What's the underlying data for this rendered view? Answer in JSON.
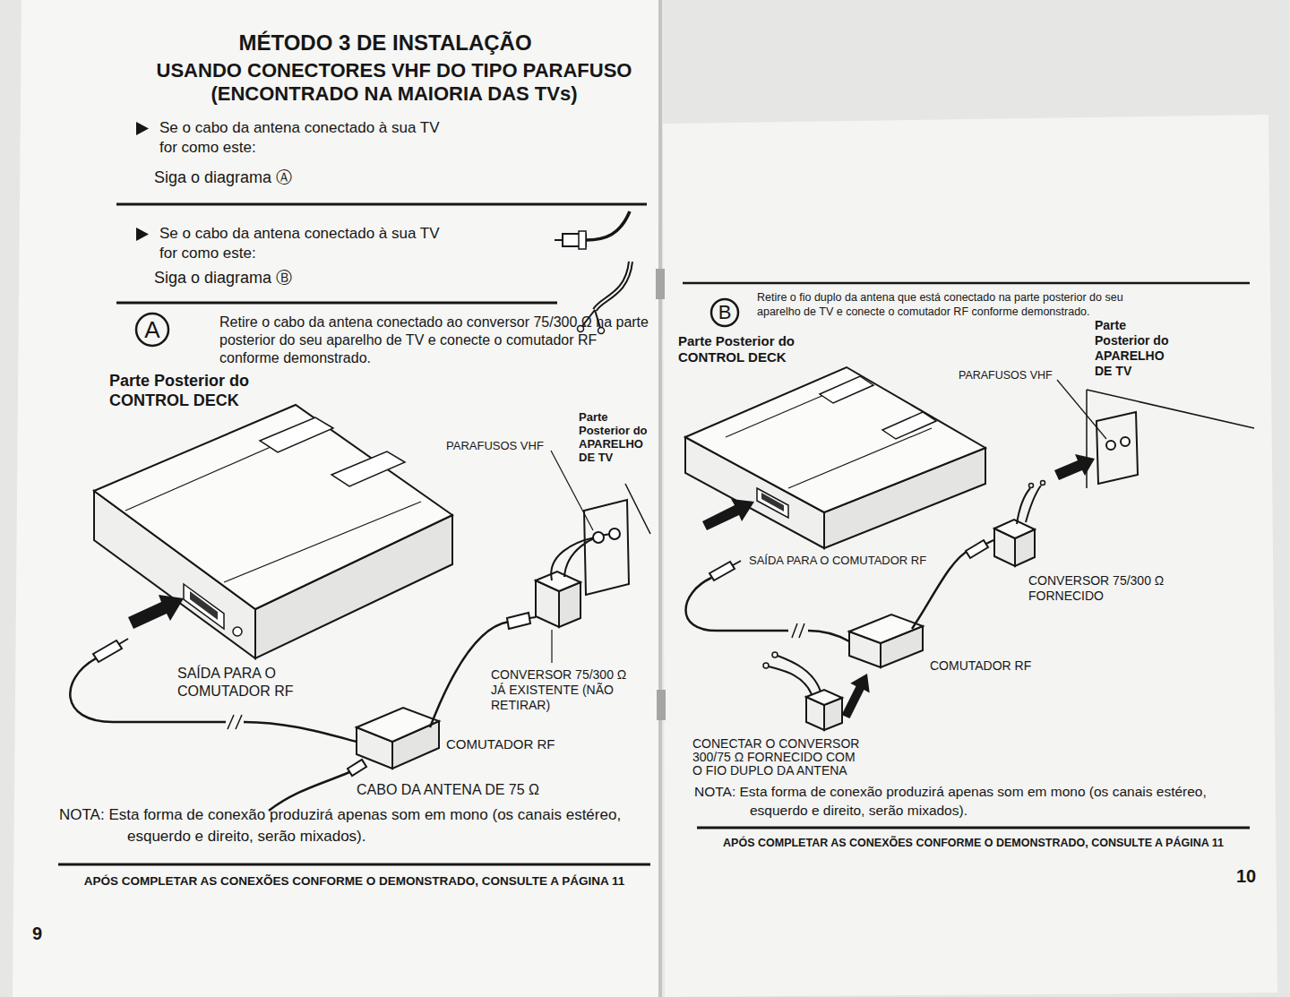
{
  "diagram": {
    "title": "MÉTODO 3 DE INSTALAÇÃO",
    "nodes": [
      {
        "text": [
          "A"
        ]
      },
      {
        "text": [
          "B"
        ]
      }
    ],
    "labels": [
      "USANDO CONECTORES VHF DO TIPO PARAFUSO (ENCONTRADO NA MAIORIA DAS TVs)",
      "Se o cabo da antena conectado à sua TV for como este:",
      "Siga o diagrama Ⓐ",
      "Se o cabo da antena conectado à sua TV for como este:",
      "Siga o diagrama Ⓑ",
      "Retire o cabo da antena conectado ao conversor 75/300 Ω na parte posterior do seu aparelho de TV e conecte o comutador RF conforme demonstrado.",
      "Parte Posterior do CONTROL DECK",
      "PARAFUSOS VHF",
      "Parte Posterior do APARELHO DE TV",
      "SAÍDA PARA O COMUTADOR RF",
      "CONVERSOR 75/300 Ω JÁ EXISTENTE (NÃO RETIRAR)",
      "COMUTADOR RF",
      "CABO DA ANTENA DE 75 Ω",
      "NOTA: Esta forma de conexão produzirá apenas som em mono (os canais estéreo, esquerdo e direito, serão mixados).",
      "APÓS COMPLETAR AS CONEXÕES CONFORME O DEMONSTRADO, CONSULTE A PÁGINA 11",
      "9",
      "Retire o fio duplo da antena que está conectado na parte posterior do seu aparelho de TV e conecte o comutador RF conforme demonstrado.",
      "Parte Posterior do CONTROL DECK",
      "PARAFUSOS VHF",
      "Parte Posterior do APARELHO DE TV",
      "SAÍDA PARA O COMUTADOR RF",
      "CONVERSOR 75/300 Ω FORNECIDO",
      "COMUTADOR RF",
      "CONECTAR O CONVERSOR 300/75 Ω FORNECIDO COM O FIO DUPLO DA ANTENA",
      "NOTA: Esta forma de conexão produzirá apenas som em mono (os canais estéreo, esquerdo e direito, serão mixados).",
      "APÓS COMPLETAR AS CONEXÕES CONFORME O DEMONSTRADO, CONSULTE A PÁGINA 11",
      "10"
    ]
  }
}
